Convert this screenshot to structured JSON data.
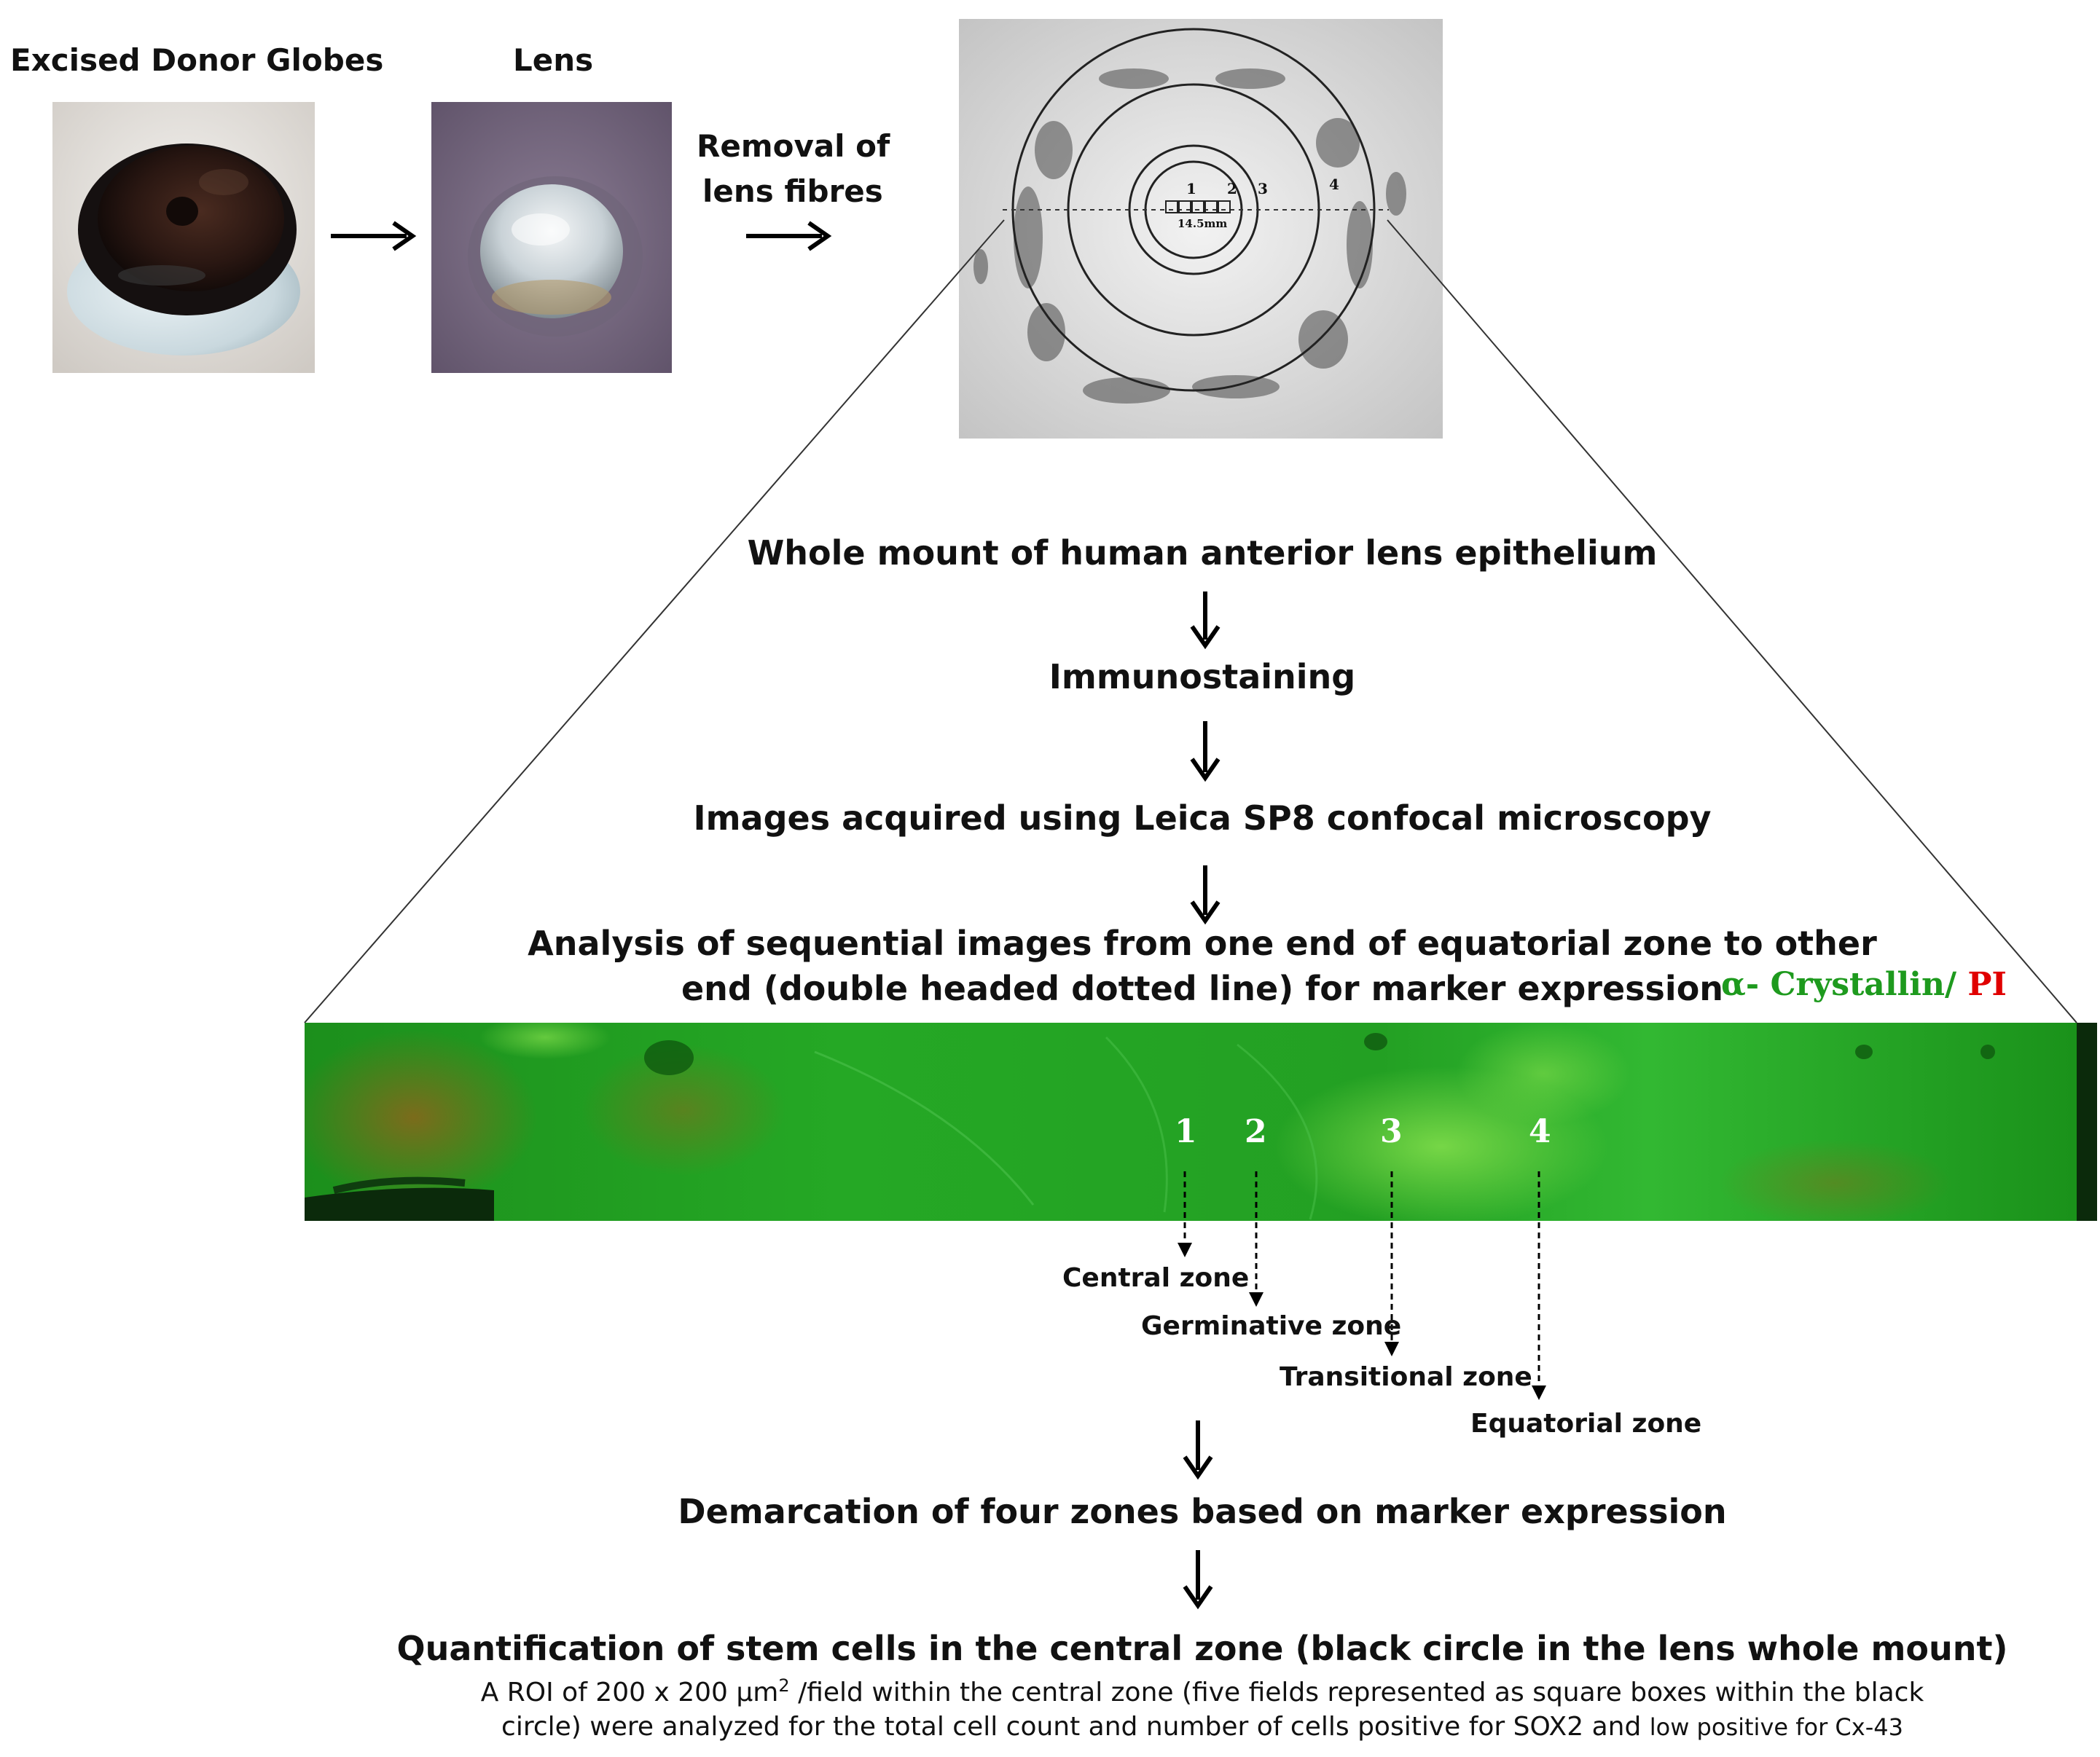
{
  "top": {
    "globes_title": "Excised Donor Globes",
    "lens_title": "Lens",
    "removal_line1": "Removal of",
    "removal_line2": "lens fibres"
  },
  "whole_mount": {
    "zone_numbers": [
      "1",
      "2",
      "3",
      "4"
    ],
    "scale_label": "14.5mm"
  },
  "flow": {
    "step1": "Whole mount of human anterior lens epithelium",
    "step2": "Immunostaining",
    "step3": "Images acquired using Leica SP8 confocal microscopy",
    "step4_line1": "Analysis of sequential images from one end of equatorial zone to other",
    "step4_line2": "end (double headed dotted line)  for marker expression",
    "step5": "Demarcation of four zones based on marker expression",
    "step6": "Quantification of stem cells in the central zone (black circle in the lens whole mount)",
    "caption_line1_a": "A ROI of 200 x 200 µm",
    "caption_line1_sup": "2",
    "caption_line1_b": " /field within the central zone (five fields represented as square boxes within the black",
    "caption_line2_a": "circle) were analyzed for the total cell count and number of cells positive for SOX2 and ",
    "caption_line2_b": "low positive for Cx-43"
  },
  "stain_legend": {
    "green_text": "α- Crystallin",
    "separator": "/ ",
    "red_text": "PI",
    "green_color": "#1e9a1e",
    "red_color": "#e00000"
  },
  "microscopy": {
    "zone_numbers": [
      "1",
      "2",
      "3",
      "4"
    ]
  },
  "zones": {
    "central": "Central zone",
    "germinative": "Germinative zone",
    "transitional": "Transitional zone",
    "equatorial": "Equatorial zone"
  }
}
